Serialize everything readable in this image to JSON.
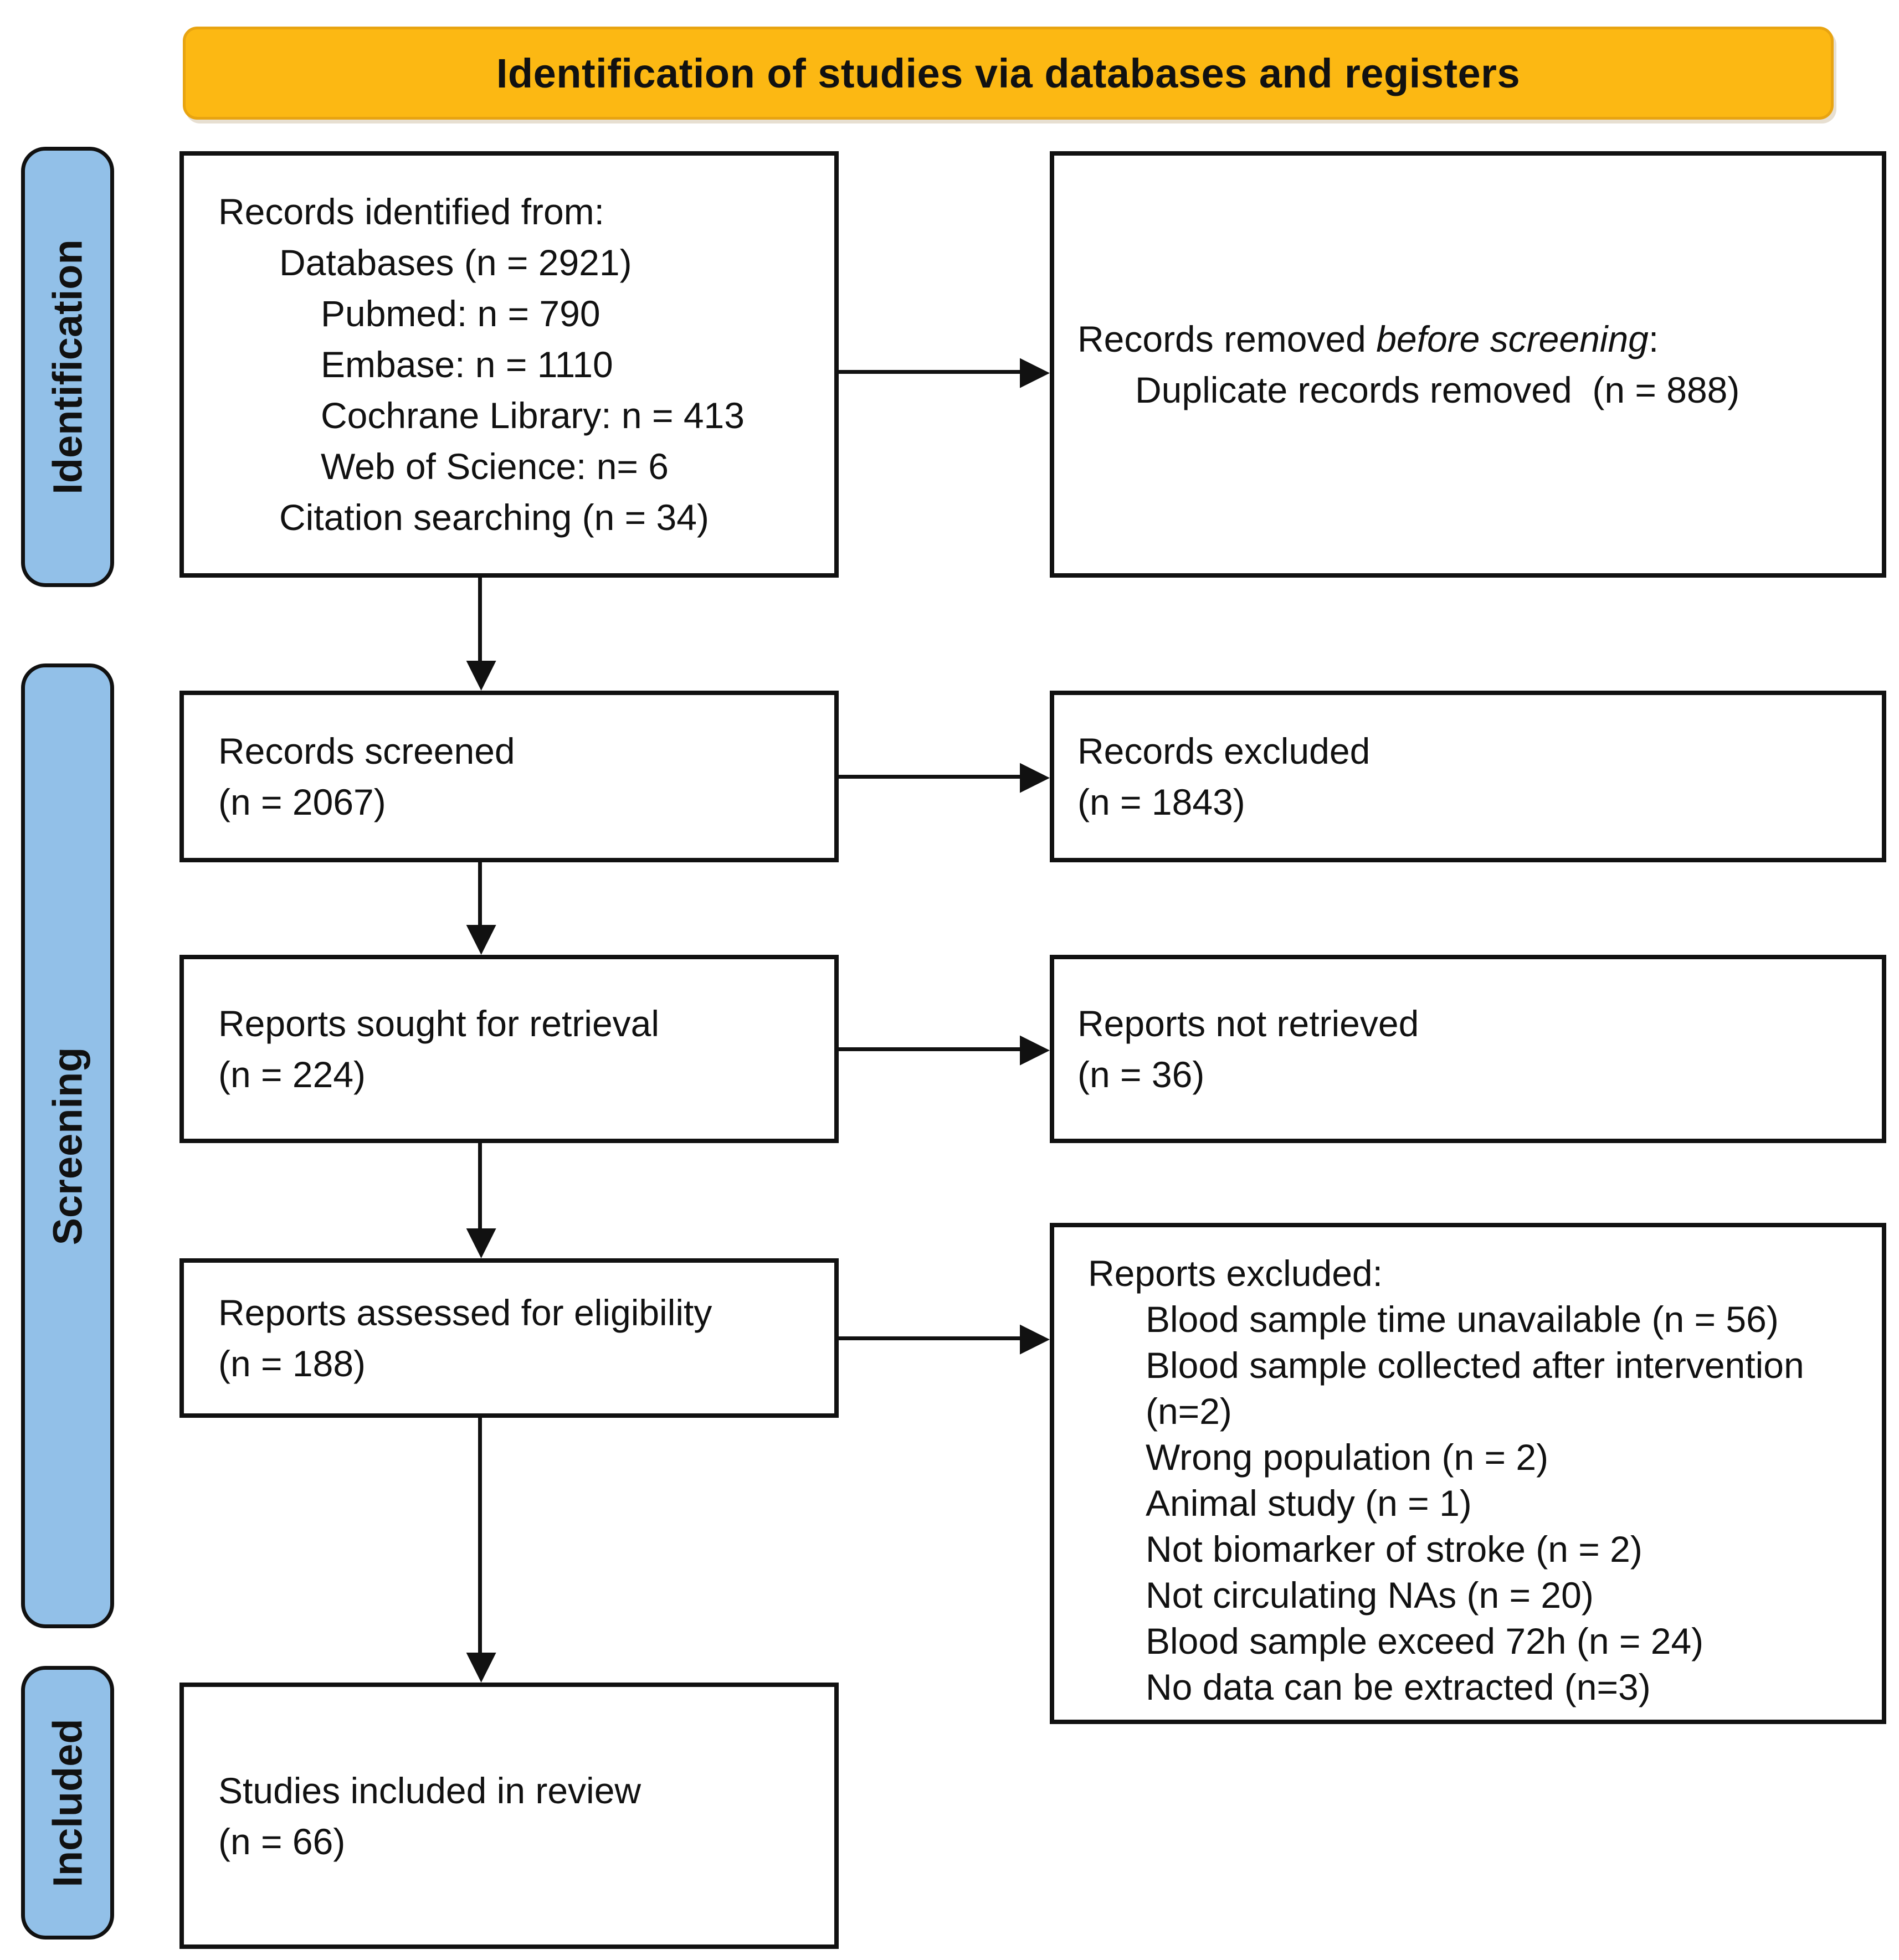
{
  "banner": {
    "title": "Identification of studies via databases and registers"
  },
  "colors": {
    "banner_bg": "#FCB813",
    "banner_edge": "#E8A411",
    "stage_bg": "#92C0E8",
    "ink": "#111111"
  },
  "sidebar": {
    "identification": "Identification",
    "screening": "Screening",
    "included": "Included"
  },
  "boxes": {
    "identified": {
      "lines": [
        "Records identified from:",
        "Databases (n = 2921)",
        "Pubmed: n = 790",
        "Embase: n = 1110",
        "Cochrane Library: n = 413",
        "Web of Science: n= 6",
        "Citation searching (n = 34)"
      ]
    },
    "removed": {
      "line1_pre": "Records removed ",
      "line1_italic": "before screening",
      "line1_post": ":",
      "line2": "Duplicate records removed  (n = 888)"
    },
    "screened": {
      "line1": "Records screened",
      "line2": "(n = 2067)"
    },
    "excluded": {
      "line1": "Records excluded",
      "line2": "(n = 1843)"
    },
    "sought": {
      "line1": "Reports sought for retrieval",
      "line2": "(n = 224)"
    },
    "not_retrieved": {
      "line1": "Reports not retrieved",
      "line2": "(n = 36)"
    },
    "assessed": {
      "line1": "Reports assessed for eligibility",
      "line2": "(n = 188)"
    },
    "reports_excluded": {
      "title": "Reports excluded:",
      "reasons": [
        "Blood sample time unavailable (n = 56)",
        "Blood sample collected after intervention (n=2)",
        "Wrong population (n = 2)",
        "Animal study (n = 1)",
        "Not biomarker of stroke (n = 2)",
        "Not circulating NAs (n = 20)",
        "Blood sample exceed 72h (n = 24)",
        "No data can be extracted (n=3)"
      ]
    },
    "included_studies": {
      "line1": "Studies included in review",
      "line2": "(n = 66)"
    }
  }
}
